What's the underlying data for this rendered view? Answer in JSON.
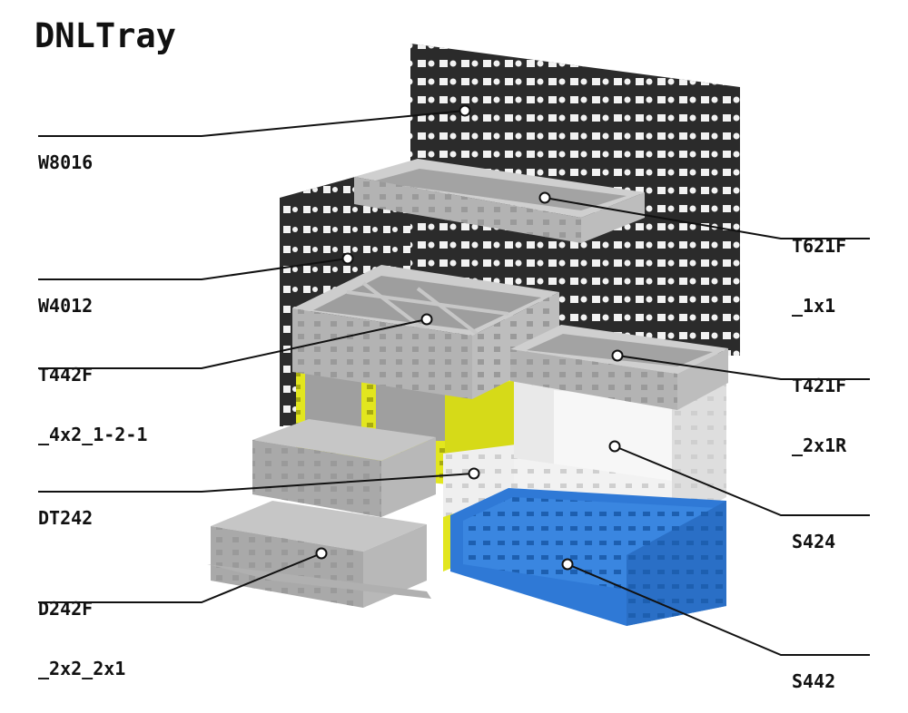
{
  "title": "DNLTray",
  "labels": {
    "w8016": "W8016",
    "w4012": "W4012",
    "t442f_1": "T442F",
    "t442f_2": "_4x2_1-2-1",
    "dt242": "DT242",
    "d242f_1": "D242F",
    "d242f_2": "_2x2_2x1",
    "t621f_1": "T621F",
    "t621f_2": "_1x1",
    "t421f_1": "T421F",
    "t421f_2": "_2x1R",
    "s424": "S424",
    "s442": "S442"
  },
  "colors": {
    "pegboard": "#2b2b2b",
    "tray_gray": "#b3b3b3",
    "drawer_gray": "#a9a9a9",
    "white_shelf": "#e8e8e8",
    "yellow": "#e2e61e",
    "blue": "#2f79d6",
    "leader": "#111111"
  }
}
